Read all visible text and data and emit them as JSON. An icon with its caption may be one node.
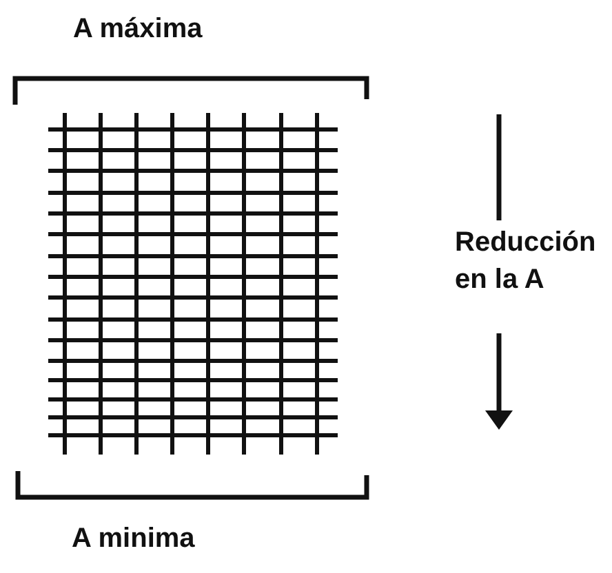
{
  "diagram": {
    "labels": [
      "A máxima",
      "Reducción en la A",
      "A minima"
    ]
  }
}
